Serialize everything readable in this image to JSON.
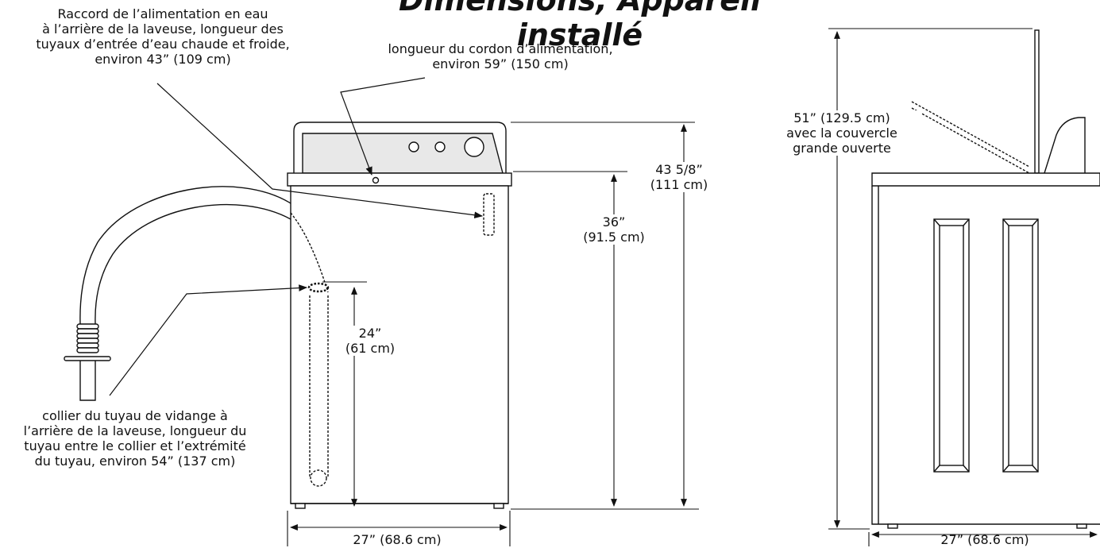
{
  "title": "Dimensions, Appareil installé",
  "labels": {
    "water": [
      "Raccord de l’alimentation en eau",
      "à l’arrière de la laveuse, longueur des",
      "tuyaux d’entrée d’eau chaude et froide,",
      "environ 43” (109 cm)"
    ],
    "cord": [
      "longueur du cordon d’alimentation,",
      "environ 59” (150 cm)"
    ],
    "drain": [
      "collier du tuyau de vidange à",
      "l’arrière de la laveuse, longueur du",
      "tuyau entre le collier et l’extrémité",
      "du tuyau, environ 54” (137 cm)"
    ],
    "height_total": [
      "43 5/8”",
      "(111 cm)"
    ],
    "height_top": [
      "36”",
      "(91.5 cm)"
    ],
    "drain_height": [
      "24”",
      "(61 cm)"
    ],
    "width_front": "27” (68.6 cm)",
    "lid_open": [
      "51” (129.5 cm)",
      "avec la couvercle",
      "grande ouverte"
    ],
    "width_side": "27” (68.6 cm)"
  }
}
